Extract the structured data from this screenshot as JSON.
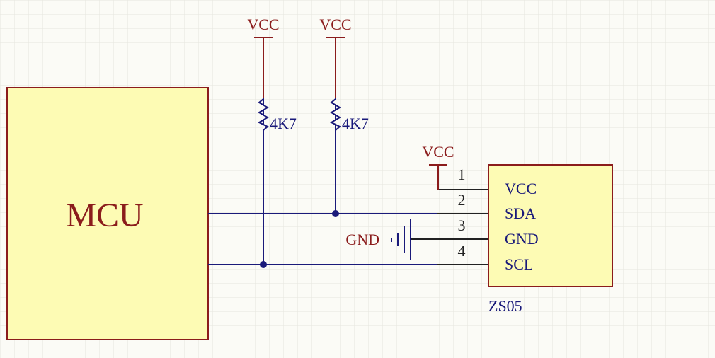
{
  "mcu": {
    "label": "MCU"
  },
  "power": [
    {
      "label": "VCC"
    },
    {
      "label": "VCC"
    },
    {
      "label": "VCC"
    }
  ],
  "resistors": [
    {
      "value": "4K7"
    },
    {
      "value": "4K7"
    }
  ],
  "ground": {
    "label": "GND"
  },
  "sensor": {
    "designator": "ZS05",
    "pins": [
      {
        "number": "1",
        "name": "VCC"
      },
      {
        "number": "2",
        "name": "SDA"
      },
      {
        "number": "3",
        "name": "GND"
      },
      {
        "number": "4",
        "name": "SCL"
      }
    ]
  },
  "colors": {
    "background": "#fbfbf6",
    "grid": "#e6e6de",
    "component_fill": "#fdfbb4",
    "component_border": "#8b1c1c",
    "wire": "#1a1a7a",
    "power_label": "#8b1c1c",
    "pin_label": "#1a1a7a",
    "designator": "#1a1a7a"
  }
}
